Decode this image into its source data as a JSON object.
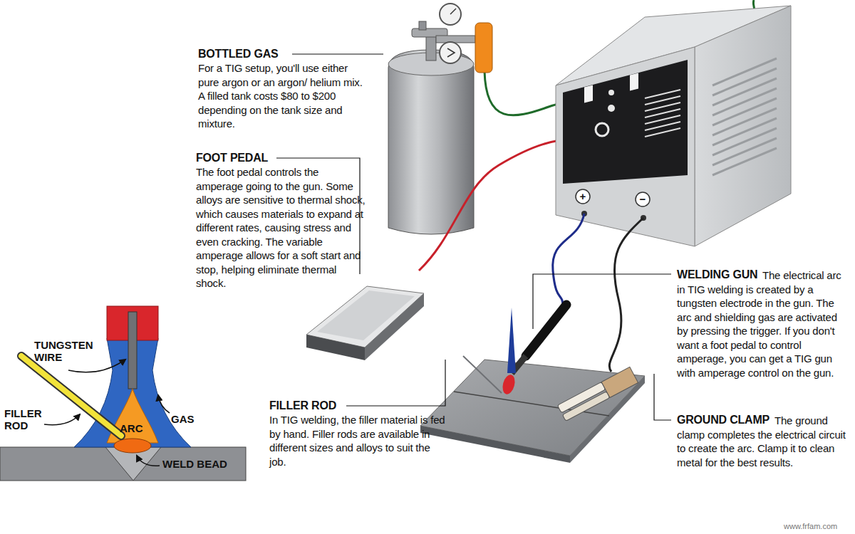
{
  "diagram": {
    "labels": [
      "BOTTLED GAS",
      "For a TIG setup, you'll use either pure argon or an argon/ helium mix. A filled tank costs $80 to $200 depending on the tank size and mixture.",
      "FOOT PEDAL",
      "The foot pedal controls the amperage going to the gun. Some alloys are sensitive to thermal shock, which causes materials to expand at different rates, causing stress and even cracking. The variable amperage allows for a soft start and stop, helping eliminate thermal shock.",
      "WELDING GUN",
      "The electrical arc in TIG welding is created by a tungsten electrode in the gun. The arc and shielding gas are activated by pressing the trigger. If you don't want a foot pedal to control amperage, you can get a TIG gun with amperage control on the gun.",
      "FILLER ROD",
      "In TIG welding, the filler material is fed by hand. Filler rods are available in different sizes and alloys to suit the job.",
      "GROUND CLAMP",
      "The ground clamp completes the electrical circuit to create the arc. Clamp it to clean metal for the best results.",
      "TUNGSTEN WIRE",
      "FILLER ROD",
      "GAS",
      "ARC",
      "WELD BEAD",
      "+",
      "−",
      "www.frfam.com"
    ]
  }
}
